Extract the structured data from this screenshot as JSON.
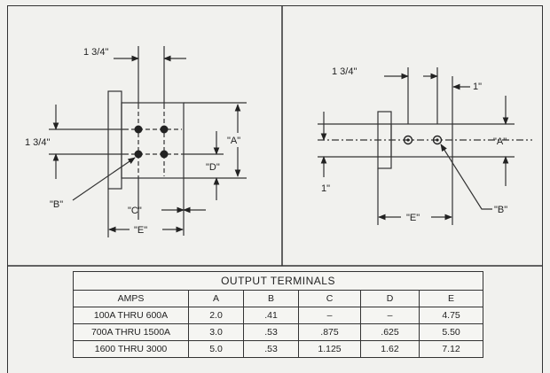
{
  "left_view": {
    "dim_top": "1 3/4\"",
    "dim_side": "1 3/4\"",
    "label_a": "\"A\"",
    "label_b": "\"B\"",
    "label_c": "\"C\"",
    "label_d": "\"D\"",
    "label_e": "\"E\""
  },
  "right_view": {
    "dim_top": "1 3/4\"",
    "dim_top_right": "1\"",
    "dim_side": "1\"",
    "label_a": "\"A\"",
    "label_b": "\"B\"",
    "label_e": "\"E\""
  },
  "table": {
    "title": "OUTPUT TERMINALS",
    "headers": [
      "AMPS",
      "A",
      "B",
      "C",
      "D",
      "E"
    ],
    "rows": [
      [
        "100A THRU 600A",
        "2.0",
        ".41",
        "–",
        "–",
        "4.75"
      ],
      [
        "700A THRU 1500A",
        "3.0",
        ".53",
        ".875",
        ".625",
        "5.50"
      ],
      [
        "1600 THRU 3000",
        "5.0",
        ".53",
        "1.125",
        "1.62",
        "7.12"
      ]
    ]
  },
  "colors": {
    "line": "#333333",
    "background": "#f1f1ee"
  }
}
